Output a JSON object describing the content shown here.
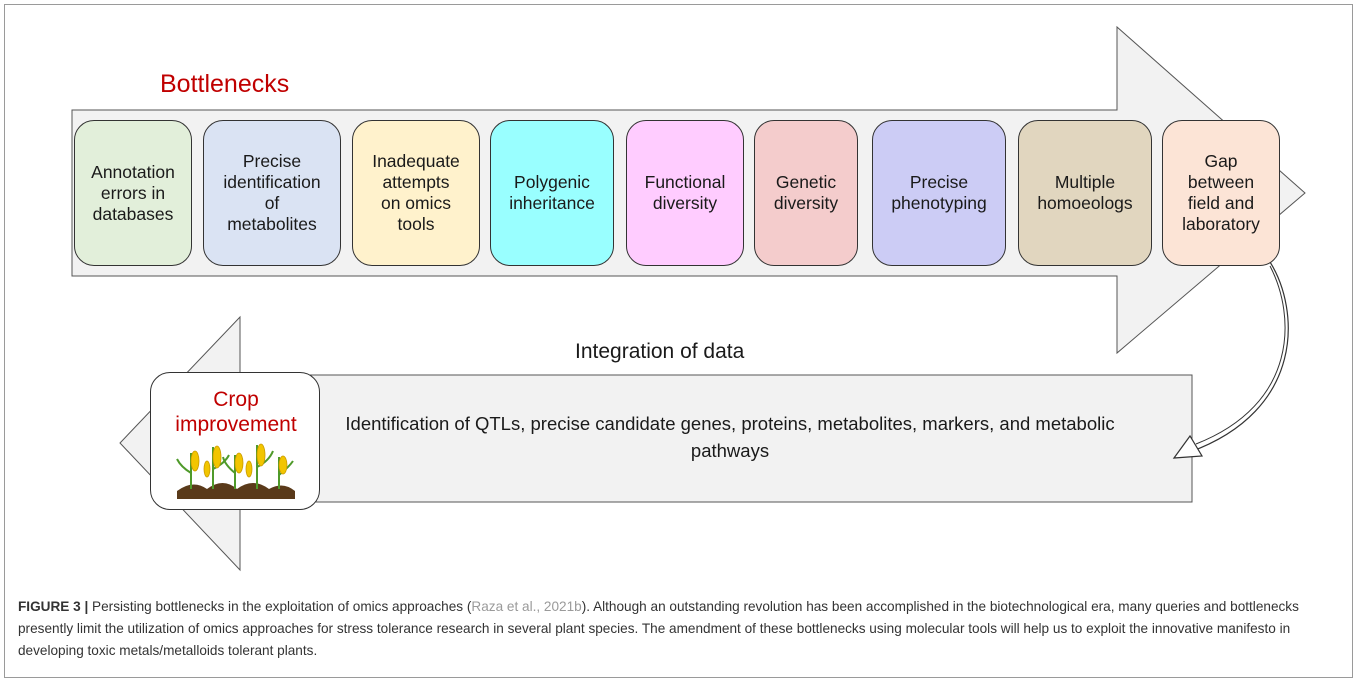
{
  "figure": {
    "title": "Bottlenecks",
    "bottlenecks": [
      {
        "text": "Annotation\nerrors in\ndatabases",
        "color": "#e2efda"
      },
      {
        "text": "Precise\nidentification\nof\nmetabolites",
        "color": "#dae3f3"
      },
      {
        "text": "Inadequate\nattempts\non omics\ntools",
        "color": "#fff2cc"
      },
      {
        "text": "Polygenic\ninheritance",
        "color": "#99ffff"
      },
      {
        "text": "Functional\ndiversity",
        "color": "#ffccff"
      },
      {
        "text": "Genetic\ndiversity",
        "color": "#f4cccc"
      },
      {
        "text": "Precise\nphenotyping",
        "color": "#ccccf5"
      },
      {
        "text": "Multiple\nhomoeologs",
        "color": "#e1d6bf"
      },
      {
        "text": "Gap\nbetween\nfield and\nlaboratory",
        "color": "#fce4d6"
      }
    ],
    "integration_label": "Integration of data",
    "outcome_text": "Identification of QTLs, precise candidate genes, proteins, metabolites, markers, and metabolic pathways",
    "crop_label": "Crop\nimprovement",
    "accent_color": "#c00000",
    "arrow_fill": "#f2f2f2"
  },
  "caption": {
    "label": "FIGURE 3 |",
    "lead": " Persisting bottlenecks in the exploitation of omics approaches (",
    "citation": "Raza et al., 2021b",
    "body": "). Although an outstanding revolution has been accomplished in the biotechnological era, many queries and bottlenecks presently limit the utilization of omics approaches for stress tolerance research in several plant species. The amendment of these bottlenecks using molecular tools will help us to exploit the innovative manifesto in developing toxic metals/metalloids tolerant plants."
  }
}
